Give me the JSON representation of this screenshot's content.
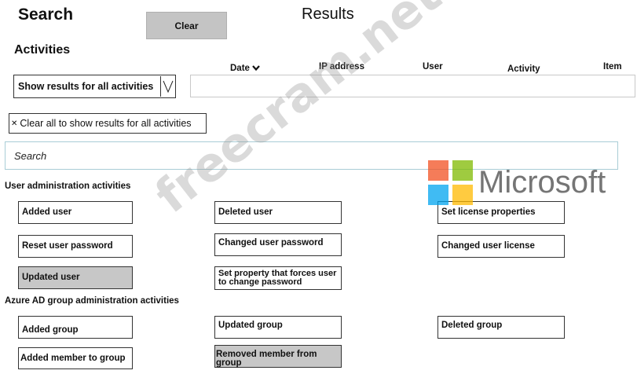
{
  "header": {
    "search_title": "Search",
    "clear_label": "Clear",
    "results_title": "Results"
  },
  "activities": {
    "title": "Activities",
    "dropdown_value": "Show results for all activities",
    "clear_all_label": "Clear all to show results for all activities"
  },
  "results": {
    "columns": [
      "Date",
      "IP address",
      "User",
      "Activity",
      "Item"
    ]
  },
  "search": {
    "placeholder": "Search"
  },
  "user_admin": {
    "title": "User administration activities",
    "items": [
      "Added user",
      "Deleted user",
      "Set license properties",
      "Reset user password",
      "Changed user password",
      "Changed user license",
      "Updated user",
      "Set property that forces user to change password"
    ]
  },
  "group_admin": {
    "title": "Azure AD group administration activities",
    "items": [
      "Added group",
      "Updated group",
      "Deleted group",
      "Added member to group",
      "Removed member from group"
    ]
  },
  "selected": [
    "Updated user",
    "Removed member from group"
  ],
  "logo": {
    "text": "Microsoft",
    "colors": [
      "#f25022",
      "#7fba00",
      "#00a4ef",
      "#ffb900"
    ]
  },
  "watermark": "freecram.net"
}
